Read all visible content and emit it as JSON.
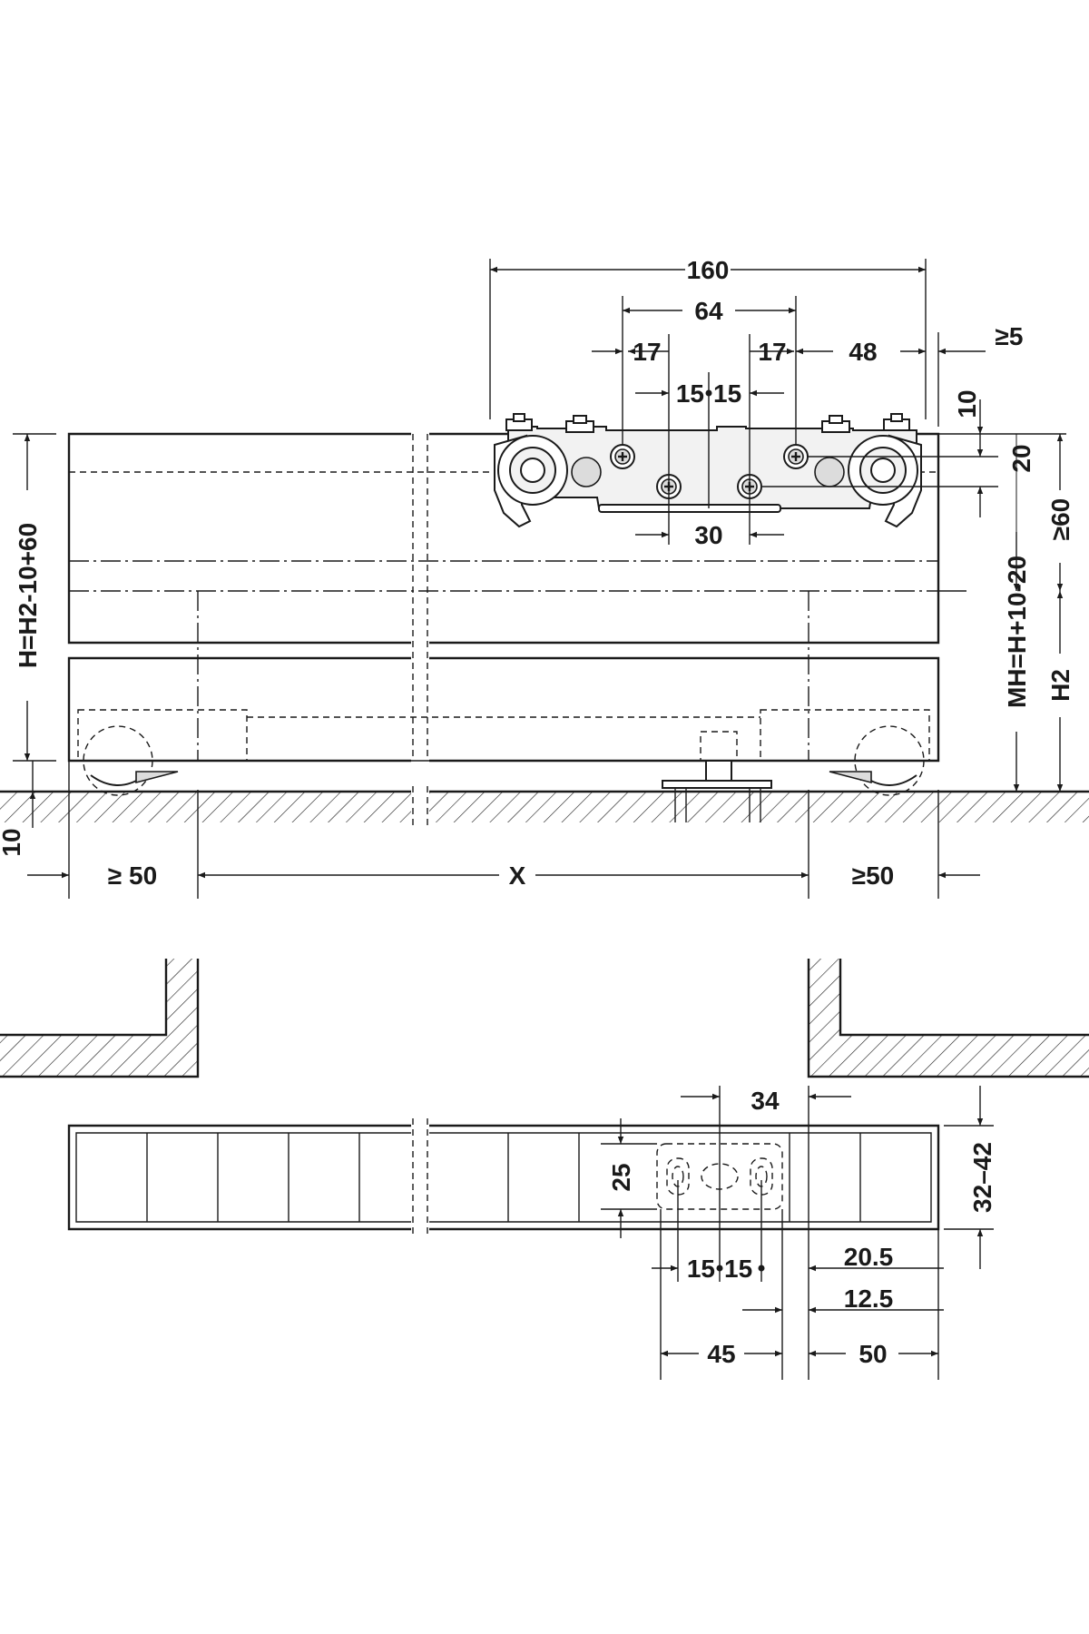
{
  "front_view": {
    "total_width": "160",
    "hole_spacing": "64",
    "left_offset": "17",
    "right_offset": "17",
    "right_end": "48",
    "clearance_right": "≥5",
    "center_left": "15",
    "center_right": "15",
    "lower_hole_spacing": "30",
    "top_gap": "10",
    "hole_height": "20",
    "min_height": "≥60",
    "door_height_formula": "H=H2-10+60",
    "mounting_height_formula": "MH=H+10-20",
    "h2_label": "H2",
    "floor_gap": "10",
    "left_margin": "≥ 50",
    "span_label": "X",
    "right_margin": "≥50"
  },
  "plan_view": {
    "offset_34": "34",
    "depth_25": "25",
    "thickness_range": "32–42",
    "center_left": "15",
    "center_right": "15",
    "dim_20_5": "20.5",
    "dim_12_5": "12.5",
    "width_45": "45",
    "width_50": "50"
  }
}
